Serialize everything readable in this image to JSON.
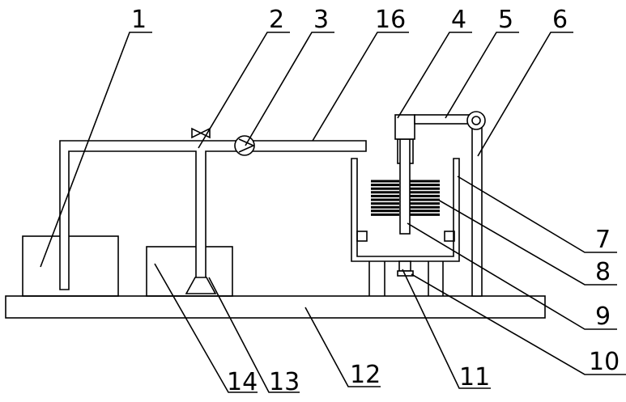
{
  "figure": {
    "labels": {
      "l1": "1",
      "l2": "2",
      "l3": "3",
      "l4": "4",
      "l5": "5",
      "l6": "6",
      "l7": "7",
      "l8": "8",
      "l9": "9",
      "l10": "10",
      "l11": "11",
      "l12": "12",
      "l13": "13",
      "l14": "14",
      "l16": "16"
    },
    "line_color": "#000000",
    "background": "#ffffff"
  }
}
